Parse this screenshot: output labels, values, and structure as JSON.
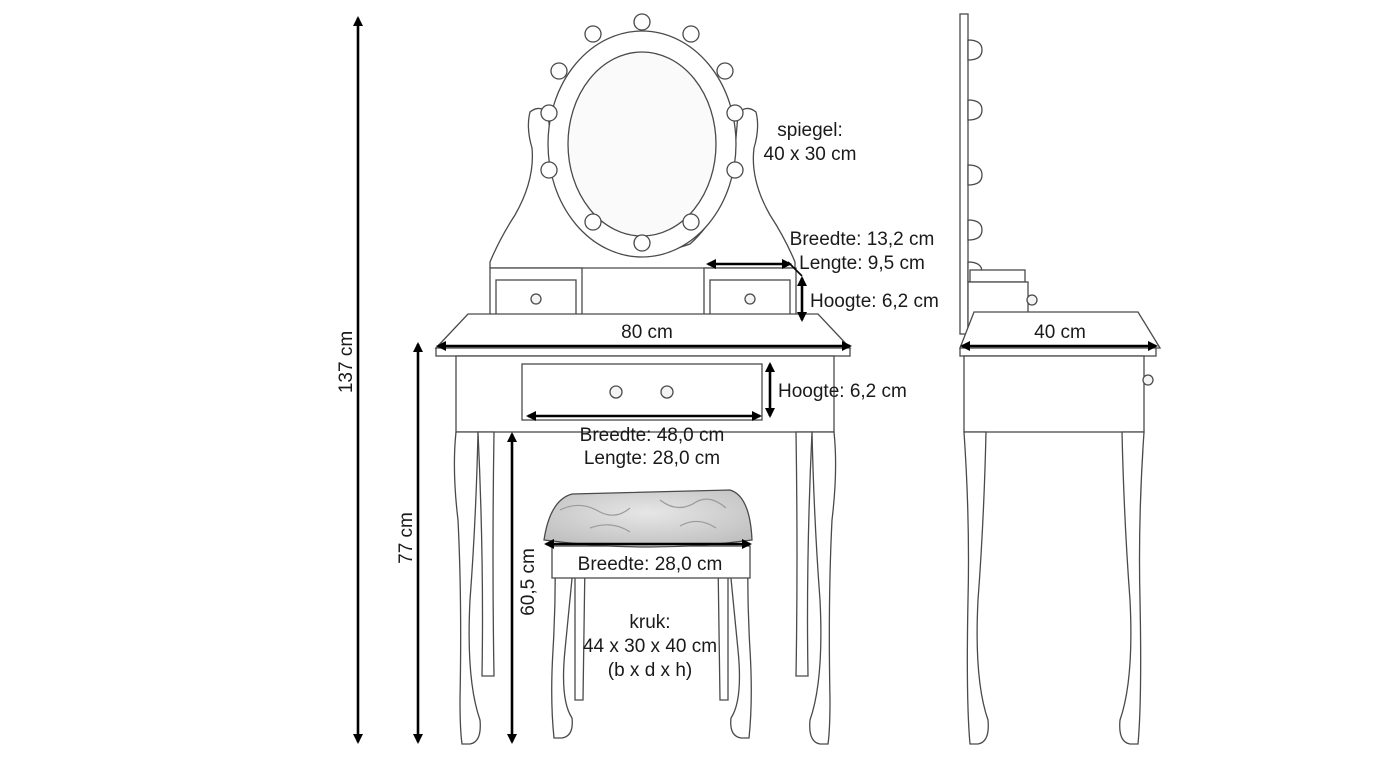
{
  "dimensions": {
    "total_height": "137 cm",
    "table_height": "77 cm",
    "stool_height": "60,5 cm",
    "table_width": "80 cm",
    "table_depth": "40 cm"
  },
  "mirror": {
    "title": "spiegel:",
    "size": "40 x 30 cm"
  },
  "small_drawer": {
    "width": "Breedte: 13,2 cm",
    "length": "Lengte: 9,5 cm",
    "height": "Hoogte: 6,2 cm"
  },
  "main_drawer": {
    "height": "Hoogte: 6,2 cm",
    "width": "Breedte: 48,0 cm",
    "length": "Lengte: 28,0 cm"
  },
  "stool": {
    "seat_width": "Breedte: 28,0 cm",
    "title": "kruk:",
    "size": "44 x 30 x 40 cm",
    "order": "(b x d x h)"
  },
  "colors": {
    "outline": "#4a4a4a",
    "arrow": "#000000",
    "cushion": "#d0d0d0"
  }
}
